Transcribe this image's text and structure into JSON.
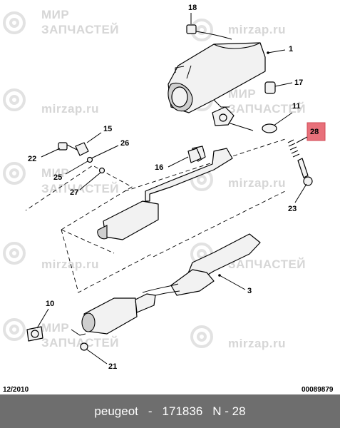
{
  "watermark": {
    "brand_line1": "МИР",
    "brand_line2": "ЗАПЧАСТЕЙ",
    "domain": "mirzap.ru"
  },
  "callouts": {
    "c1": "1",
    "c3": "3",
    "c10": "10",
    "c11": "11",
    "c15": "15",
    "c16": "16",
    "c17": "17",
    "c18": "18",
    "c21": "21",
    "c22": "22",
    "c23": "23",
    "c25": "25",
    "c26": "26",
    "c27": "27",
    "c28": "28"
  },
  "highlight_color": "#e8707a",
  "footer": {
    "date_code": "12/2010",
    "doc_code": "00089879",
    "brand": "peugeot",
    "separator": "-",
    "catalog_number": "171836",
    "position_label": "N - 28"
  }
}
